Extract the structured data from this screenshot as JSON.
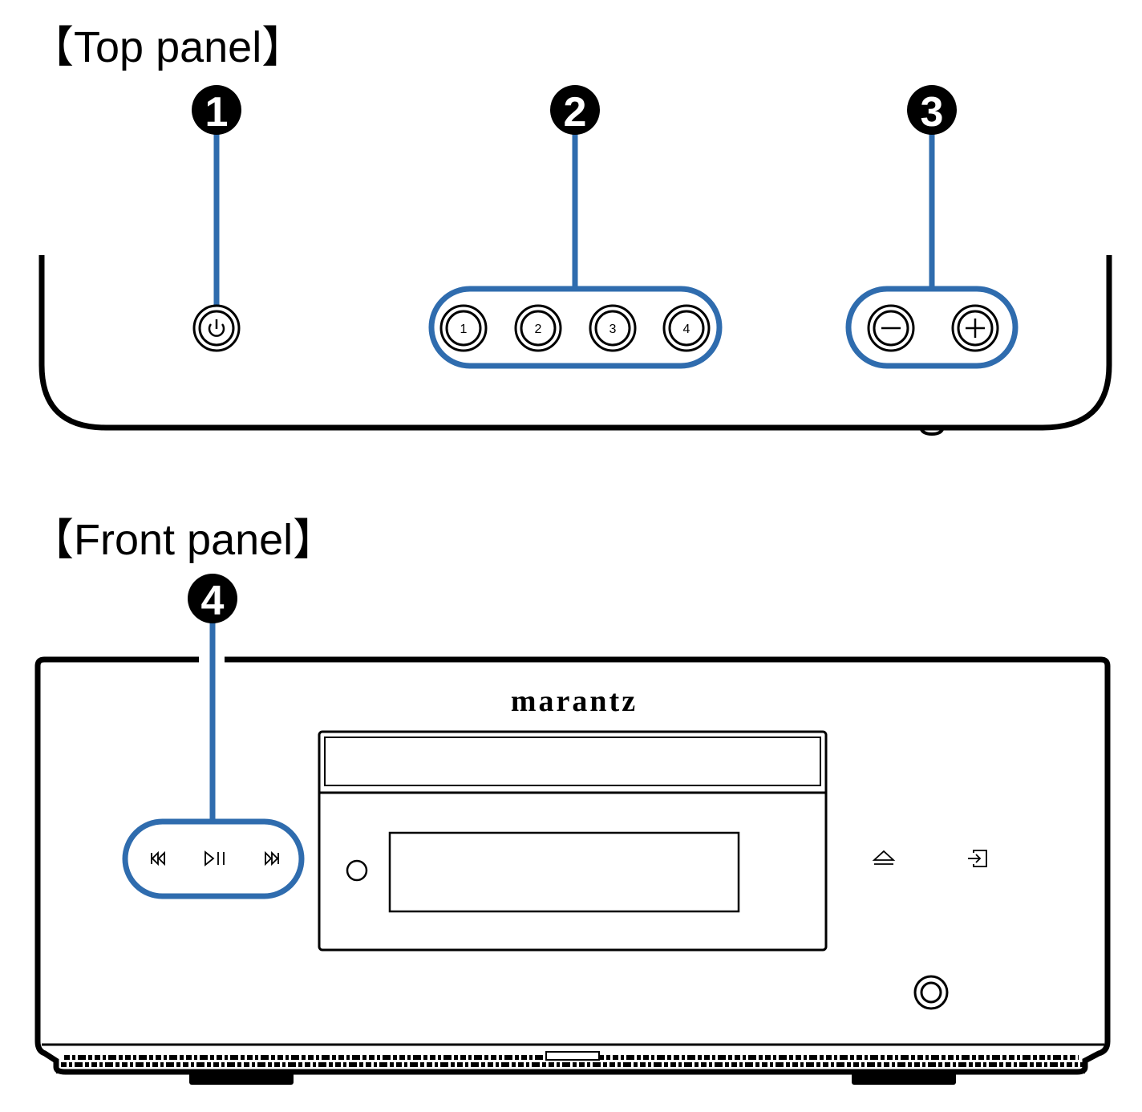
{
  "top_panel": {
    "title": "【Top panel】",
    "callouts": [
      "1",
      "2",
      "3"
    ],
    "preset_buttons": [
      "1",
      "2",
      "3",
      "4"
    ],
    "icons": {
      "power": "power-icon",
      "minus": "minus-icon",
      "plus": "plus-icon"
    }
  },
  "front_panel": {
    "title": "【Front panel】",
    "callouts": [
      "4"
    ],
    "brand": "marantz",
    "icons": {
      "prev": "skip-back-icon",
      "play_pause": "play-pause-icon",
      "next": "skip-forward-icon",
      "eject": "eject-icon",
      "input": "input-icon",
      "headphone": "headphone-jack-icon",
      "sensor": "remote-sensor-icon"
    }
  },
  "colors": {
    "highlight": "#2f6cae",
    "outline": "#000000"
  }
}
